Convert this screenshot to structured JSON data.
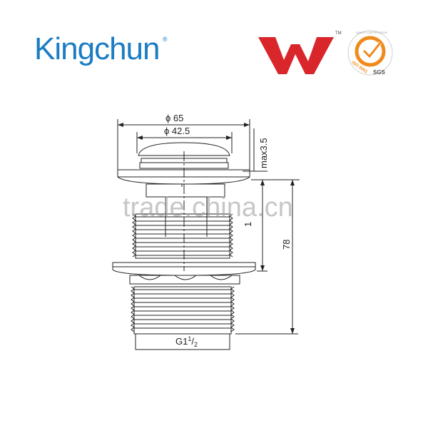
{
  "header": {
    "brand_name": "Kingchun",
    "brand_registered": "®",
    "brand_color": "#1b7cc4",
    "wm_logo_color": "#d9262b",
    "tm": "TM",
    "iso_badge": {
      "ring_text": "ISO 9001",
      "top_text": "QUALITY CERTIFICATION",
      "sgs": "SGS",
      "ring_color": "#f08a1c"
    }
  },
  "drawing": {
    "dim_outer_diameter": "ϕ 65",
    "dim_inner_diameter": "ϕ 42.5",
    "dim_max_thickness": "max3.5",
    "dim_thread_length": "1",
    "dim_total_height": "78",
    "thread_label_main": "G1",
    "thread_label_num": "1",
    "thread_label_den": "2",
    "watermark": "trade.china.cn"
  }
}
